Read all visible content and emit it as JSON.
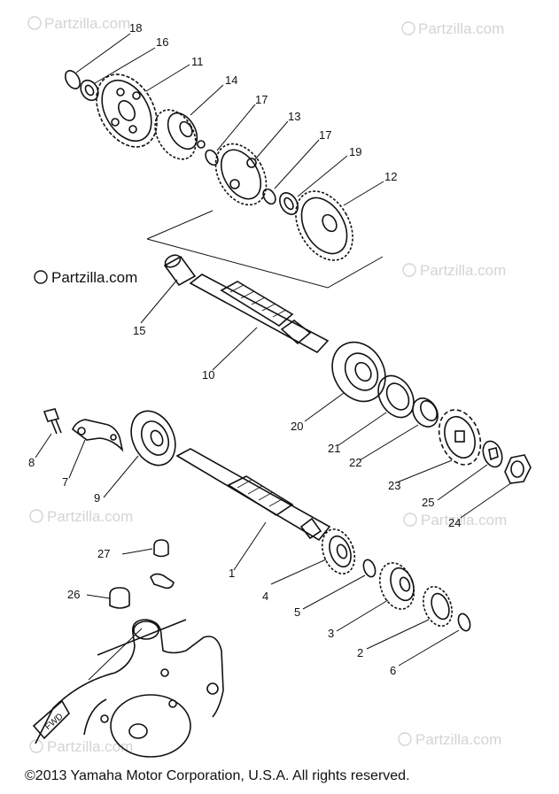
{
  "watermarks": {
    "text": "Partzilla.com",
    "symbol": "©"
  },
  "callouts": [
    {
      "id": "18",
      "label": "18"
    },
    {
      "id": "16",
      "label": "16"
    },
    {
      "id": "11",
      "label": "11"
    },
    {
      "id": "14",
      "label": "14"
    },
    {
      "id": "17a",
      "label": "17"
    },
    {
      "id": "13",
      "label": "13"
    },
    {
      "id": "17b",
      "label": "17"
    },
    {
      "id": "19",
      "label": "19"
    },
    {
      "id": "12",
      "label": "12"
    },
    {
      "id": "15",
      "label": "15"
    },
    {
      "id": "10",
      "label": "10"
    },
    {
      "id": "20",
      "label": "20"
    },
    {
      "id": "21",
      "label": "21"
    },
    {
      "id": "22",
      "label": "22"
    },
    {
      "id": "23",
      "label": "23"
    },
    {
      "id": "25",
      "label": "25"
    },
    {
      "id": "24",
      "label": "24"
    },
    {
      "id": "8",
      "label": "8"
    },
    {
      "id": "7",
      "label": "7"
    },
    {
      "id": "9",
      "label": "9"
    },
    {
      "id": "27",
      "label": "27"
    },
    {
      "id": "26",
      "label": "26"
    },
    {
      "id": "4",
      "label": "4"
    },
    {
      "id": "5",
      "label": "5"
    },
    {
      "id": "3",
      "label": "3"
    },
    {
      "id": "2",
      "label": "2"
    },
    {
      "id": "6",
      "label": "6"
    },
    {
      "id": "1",
      "label": "1"
    }
  ],
  "fwd_label": "FWD",
  "footer": {
    "copyright": "©2013  Yamaha Motor Corporation, U.S.A. All rights reserved."
  }
}
